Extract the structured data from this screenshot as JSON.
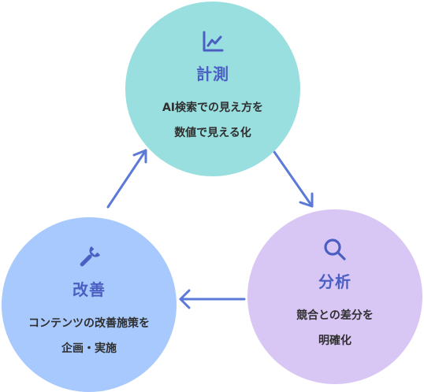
{
  "nodes": {
    "measure": {
      "icon": "chart-line-icon",
      "title": "計測",
      "desc": [
        "AI検索での見え方を",
        "数値で見える化"
      ],
      "color": "#99dfe0"
    },
    "analyze": {
      "icon": "magnifier-icon",
      "title": "分析",
      "desc": [
        "競合との差分を",
        "明確化"
      ],
      "color": "#d8c6f5"
    },
    "improve": {
      "icon": "wrench-icon",
      "title": "改善",
      "desc": [
        "コンテンツの改善施策を",
        "企画・実施"
      ],
      "color": "#a8c9fd"
    }
  },
  "arrow_color": "#5b79d6",
  "title_color": "#4a5fc1"
}
